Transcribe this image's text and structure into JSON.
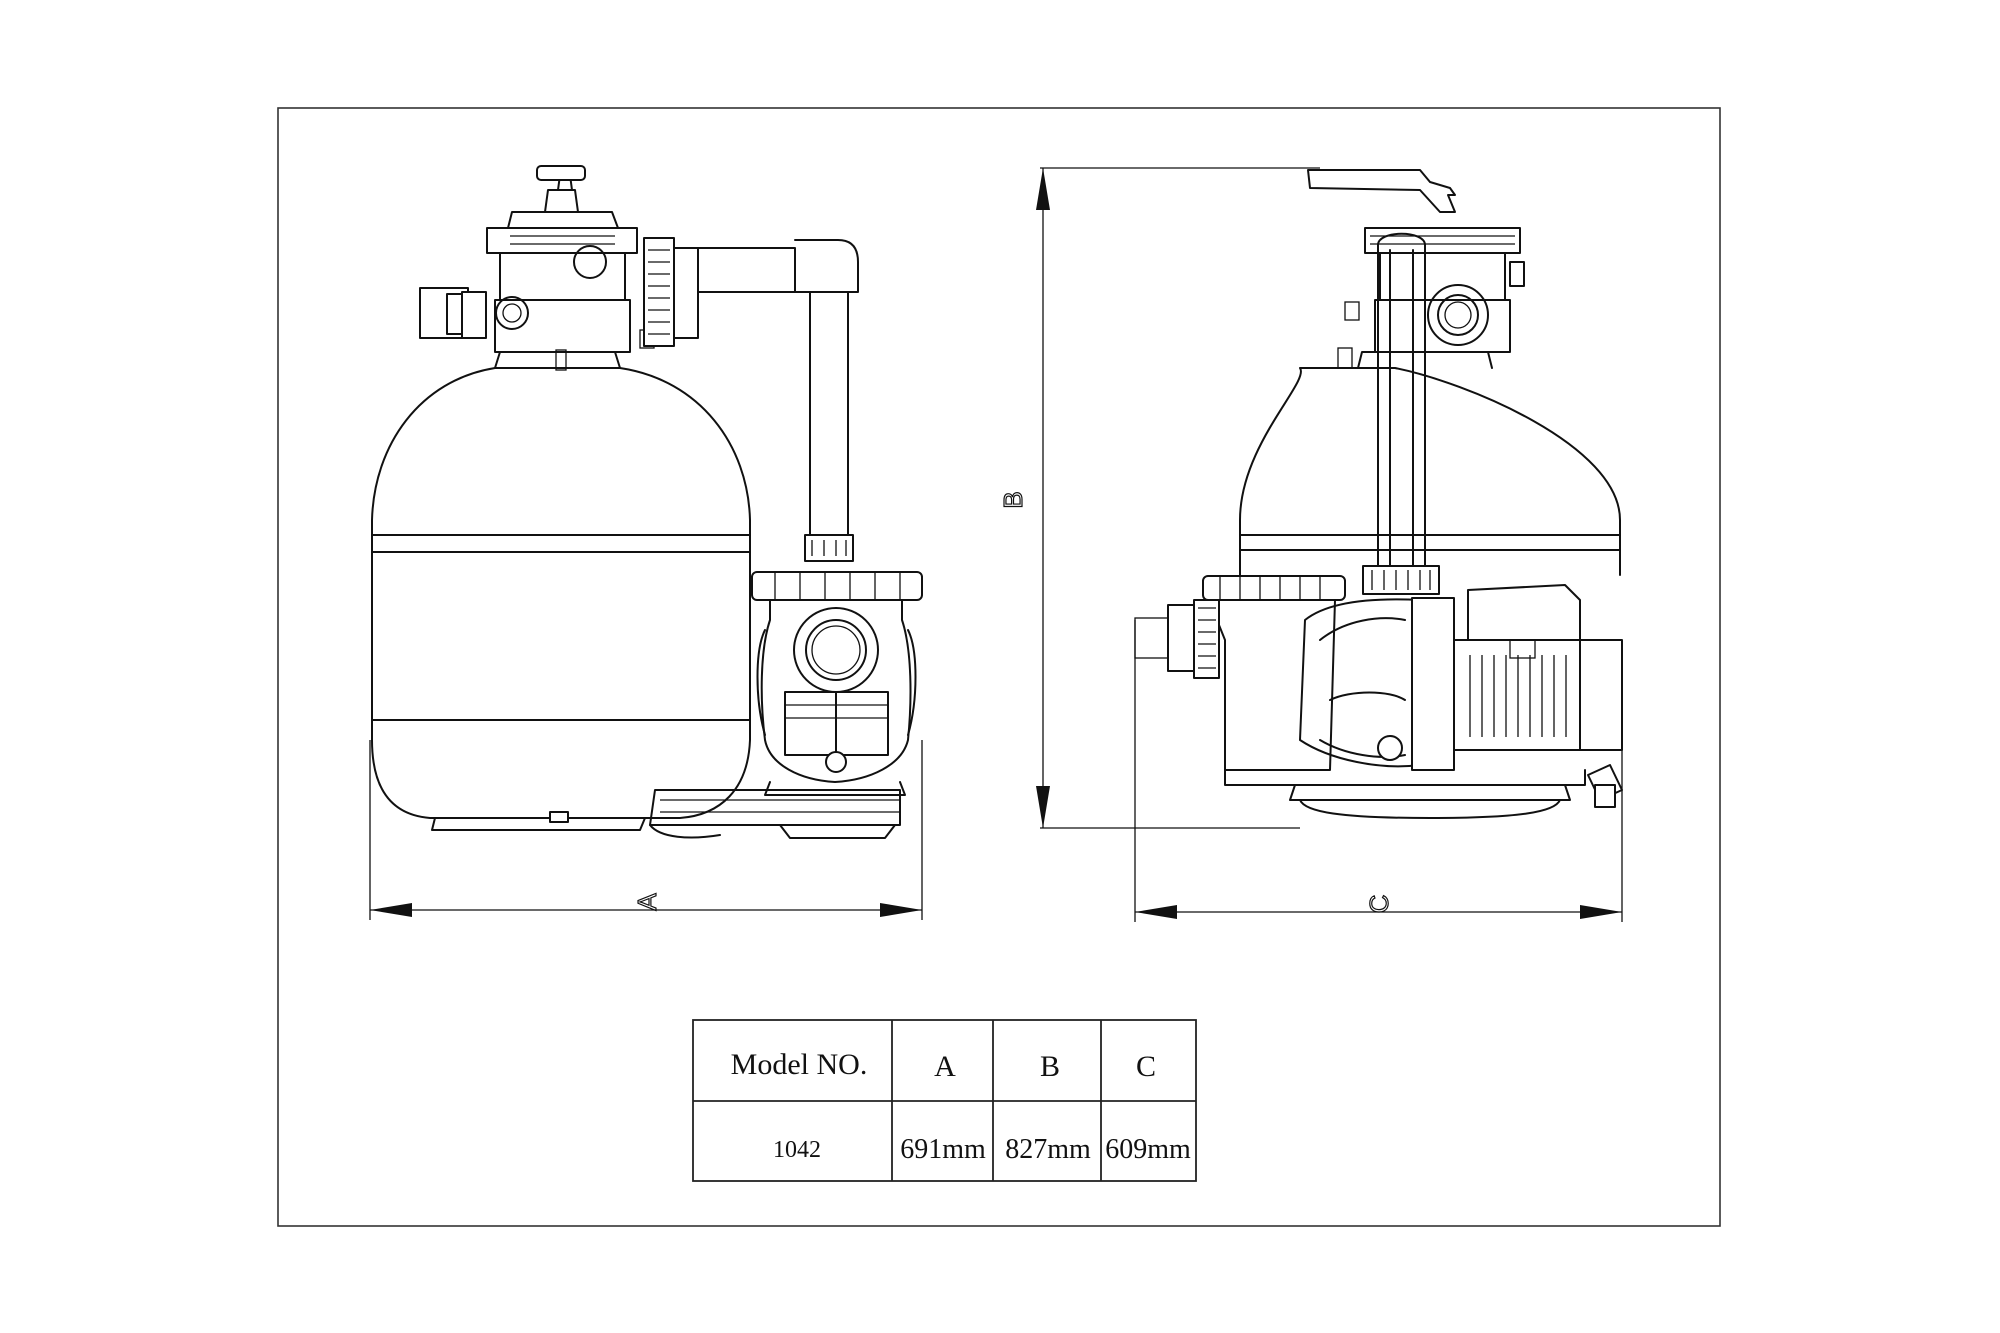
{
  "dimensions": {
    "a_label": "A",
    "b_label": "B",
    "c_label": "C"
  },
  "table": {
    "headers": [
      "Model NO.",
      "A",
      "B",
      "C"
    ],
    "rows": [
      [
        "1042",
        "691mm",
        "827mm",
        "609mm"
      ]
    ]
  }
}
